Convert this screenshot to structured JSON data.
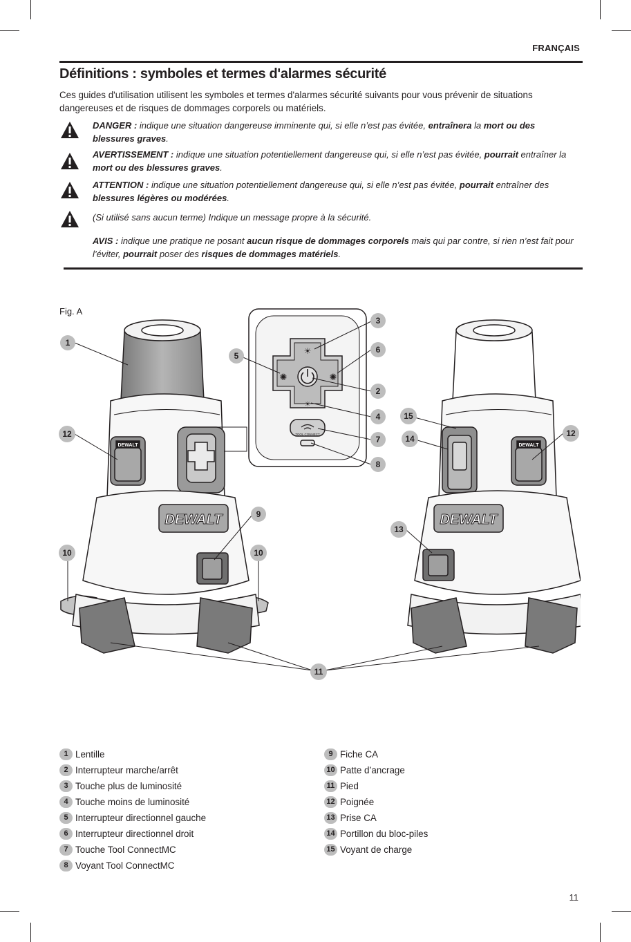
{
  "header": {
    "language": "FRANÇAIS"
  },
  "section": {
    "title": "Définitions : symboles et termes d'alarmes sécurité",
    "intro": "Ces guides d'utilisation utilisent les symboles et termes d'alarmes sécurité suivants pour vous prévenir de situations dangereuses et de risques de dommages corporels ou matériels."
  },
  "warnings": {
    "danger": {
      "term": "DANGER :",
      "text1": " indique une situation dangereuse imminente qui, si elle n’est pas évitée, ",
      "bold1": "entraînera",
      "text2": " la ",
      "bold2": "mort ou des blessures graves",
      "end": "."
    },
    "avertissement": {
      "term": "AVERTISSEMENT :",
      "text1": " indique une situation potentiellement dangereuse qui, si elle n’est pas évitée, ",
      "bold1": "pourrait",
      "text2": " entraîner la ",
      "bold2": "mort ou des blessures graves",
      "end": "."
    },
    "attention": {
      "term": "ATTENTION :",
      "text1": " indique une situation potentiellement dangereuse qui, si elle n’est pas évitée, ",
      "bold1": "pourrait",
      "text2": " entraîner des ",
      "bold2": "blessures légères ou modérées",
      "end": "."
    },
    "generic": {
      "text": "(Si utilisé sans aucun terme) Indique un message propre à la sécurité."
    },
    "avis": {
      "term": "AVIS :",
      "text1": " indique une pratique ne posant ",
      "bold1": "aucun risque de dommages corporels",
      "text2": " mais qui par contre, si rien n’est fait pour l’éviter, ",
      "bold2": "pourrait",
      "text3": " poser des ",
      "bold3": "risques de dommages matériels",
      "end": "."
    }
  },
  "figure": {
    "label": "Fig. A",
    "callouts": {
      "c1": "1",
      "c2": "2",
      "c3": "3",
      "c4": "4",
      "c5": "5",
      "c6": "6",
      "c7": "7",
      "c8": "8",
      "c9": "9",
      "c10a": "10",
      "c10b": "10",
      "c11": "11",
      "c12a": "12",
      "c12b": "12",
      "c13": "13",
      "c14": "14",
      "c15": "15"
    },
    "logo_text": "DEWALT",
    "tool_connect_text": "TOOL CONNECT"
  },
  "legend": {
    "left": [
      {
        "num": "1",
        "label": "Lentille"
      },
      {
        "num": "2",
        "label": "Interrupteur marche/arrêt"
      },
      {
        "num": "3",
        "label": "Touche plus de luminosité"
      },
      {
        "num": "4",
        "label": "Touche moins de luminosité"
      },
      {
        "num": "5",
        "label": "Interrupteur directionnel gauche"
      },
      {
        "num": "6",
        "label": "Interrupteur directionnel droit"
      },
      {
        "num": "7",
        "label": "Touche Tool ConnectMC"
      },
      {
        "num": "8",
        "label": "Voyant Tool ConnectMC"
      }
    ],
    "right": [
      {
        "num": "9",
        "label": "Fiche CA"
      },
      {
        "num": "10",
        "label": "Patte d’ancrage"
      },
      {
        "num": "11",
        "label": "Pied"
      },
      {
        "num": "12",
        "label": "Poignée"
      },
      {
        "num": "13",
        "label": "Prise CA"
      },
      {
        "num": "14",
        "label": "Portillon du bloc-piles"
      },
      {
        "num": "15",
        "label": "Voyant de charge"
      }
    ]
  },
  "footer": {
    "page_number": "11"
  }
}
